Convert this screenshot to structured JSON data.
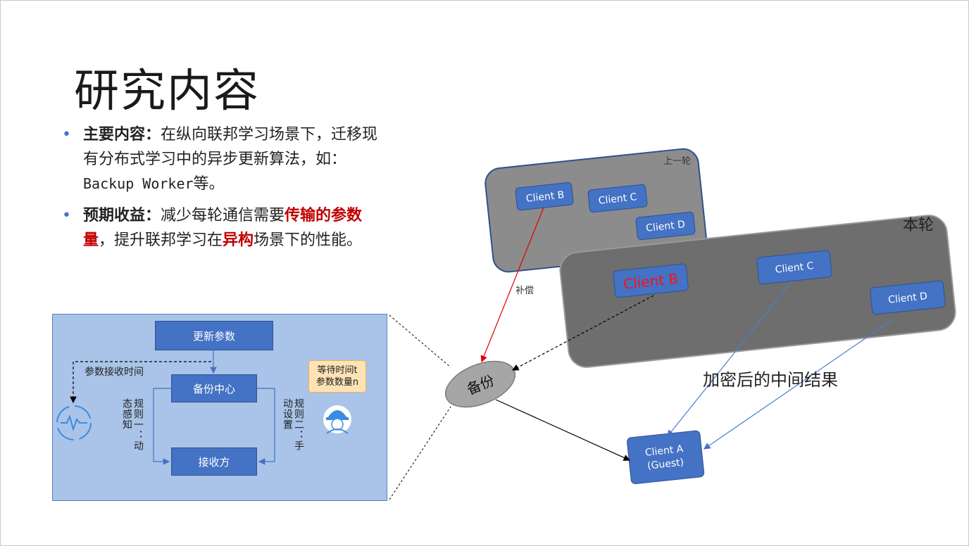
{
  "slide": {
    "title": "研究内容",
    "bullet1": {
      "lead": "主要内容：",
      "text_a": "在纵向联邦学习场景下，迁移现有分布式学习中的异步更新算法，如：",
      "mono": "Backup Worker",
      "text_b": "等。"
    },
    "bullet2": {
      "lead": "预期收益：",
      "text_a": "减少每轮通信需要",
      "hl1": "传输的参数量",
      "text_b": "，提升联邦学习在",
      "hl2": "异构",
      "text_c": "场景下的性能。"
    }
  },
  "panel": {
    "update_params": "更新参数",
    "backup_center": "备份中心",
    "receiver": "接收方",
    "param_receive_time": "参数接收时间",
    "rule1": "规则一：动态感知",
    "rule2": "规则二：手动设置",
    "note_line1": "等待时间t",
    "note_line2": "参数数量n",
    "monitor_icon": "monitor-pulse-icon",
    "worker_icon": "worker-helmet-icon"
  },
  "diagram": {
    "prev_round_label": "上一轮",
    "this_round_label": "本轮",
    "prev_clients": [
      "Client B",
      "Client C",
      "Client D"
    ],
    "this_clients": [
      "Client B",
      "Client C",
      "Client D"
    ],
    "backup_label": "备份",
    "compensate_label": "补偿",
    "encrypted_label": "加密后的中间结果",
    "guest_line1": "Client A",
    "guest_line2": "(Guest)",
    "colors": {
      "client_fill": "#4472c4",
      "round_prev": "#8c8c8c",
      "round_this": "#6e6e6e",
      "highlight": "#ff0000"
    }
  }
}
